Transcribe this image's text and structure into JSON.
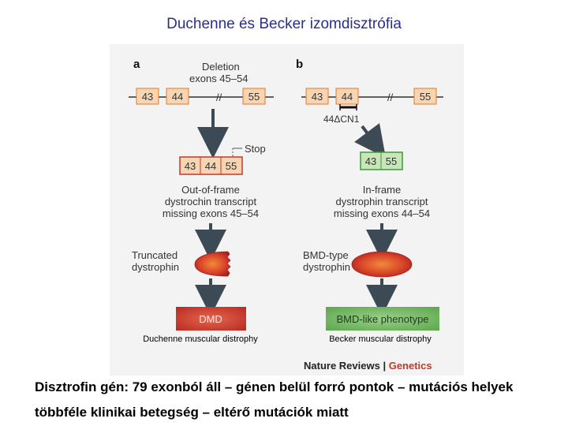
{
  "slide_title": "Duchenne és Becker izomdisztrófia",
  "figure": {
    "panel_a": {
      "letter": "a",
      "deletion_label_1": "Deletion",
      "deletion_label_2": "exons 45–54",
      "exons": [
        "43",
        "44",
        "55"
      ],
      "stop_label": "Stop",
      "transcript_exons": [
        "43",
        "44",
        "55"
      ],
      "transcript_label": [
        "Out-of-frame",
        "dystrochin transcript",
        "missing exons 45–54"
      ],
      "protein_label": [
        "Truncated",
        "dystrophin"
      ],
      "outcome": "DMD",
      "outcome_caption": "Duchenne muscular distrophy"
    },
    "panel_b": {
      "letter": "b",
      "exons": [
        "43",
        "44",
        "55"
      ],
      "deletion_label": "44ΔCN1",
      "transcript_exons": [
        "43",
        "55"
      ],
      "transcript_label": [
        "In-frame",
        "dystrophin transcript",
        "missing exons 44–54"
      ],
      "protein_label": [
        "BMD-type",
        "dystrophin"
      ],
      "outcome": "BMD-like phenotype",
      "outcome_caption": "Becker muscular distrophy"
    },
    "credit_left": "Nature Reviews",
    "credit_separator": " | ",
    "credit_right": "Genetics",
    "colors": {
      "exon_fill": "#f7d5b2",
      "exon_border": "#e07c2c",
      "transcript_red_border": "#c0392b",
      "transcript_green_border": "#3c9a3c",
      "transcript_green_fill": "#c8e6b8",
      "arrow": "#3c4a55",
      "dmd_fill": "#c0342c",
      "bmd_fill": "#6fb35f",
      "credit_accent": "#c0392b"
    }
  },
  "caption": {
    "line_1": "Disztrofin gén: 79 exonból áll – génen belül forró pontok – mutációs helyek",
    "line_2": "többféle klinikai betegség – eltérő mutációk miatt"
  }
}
